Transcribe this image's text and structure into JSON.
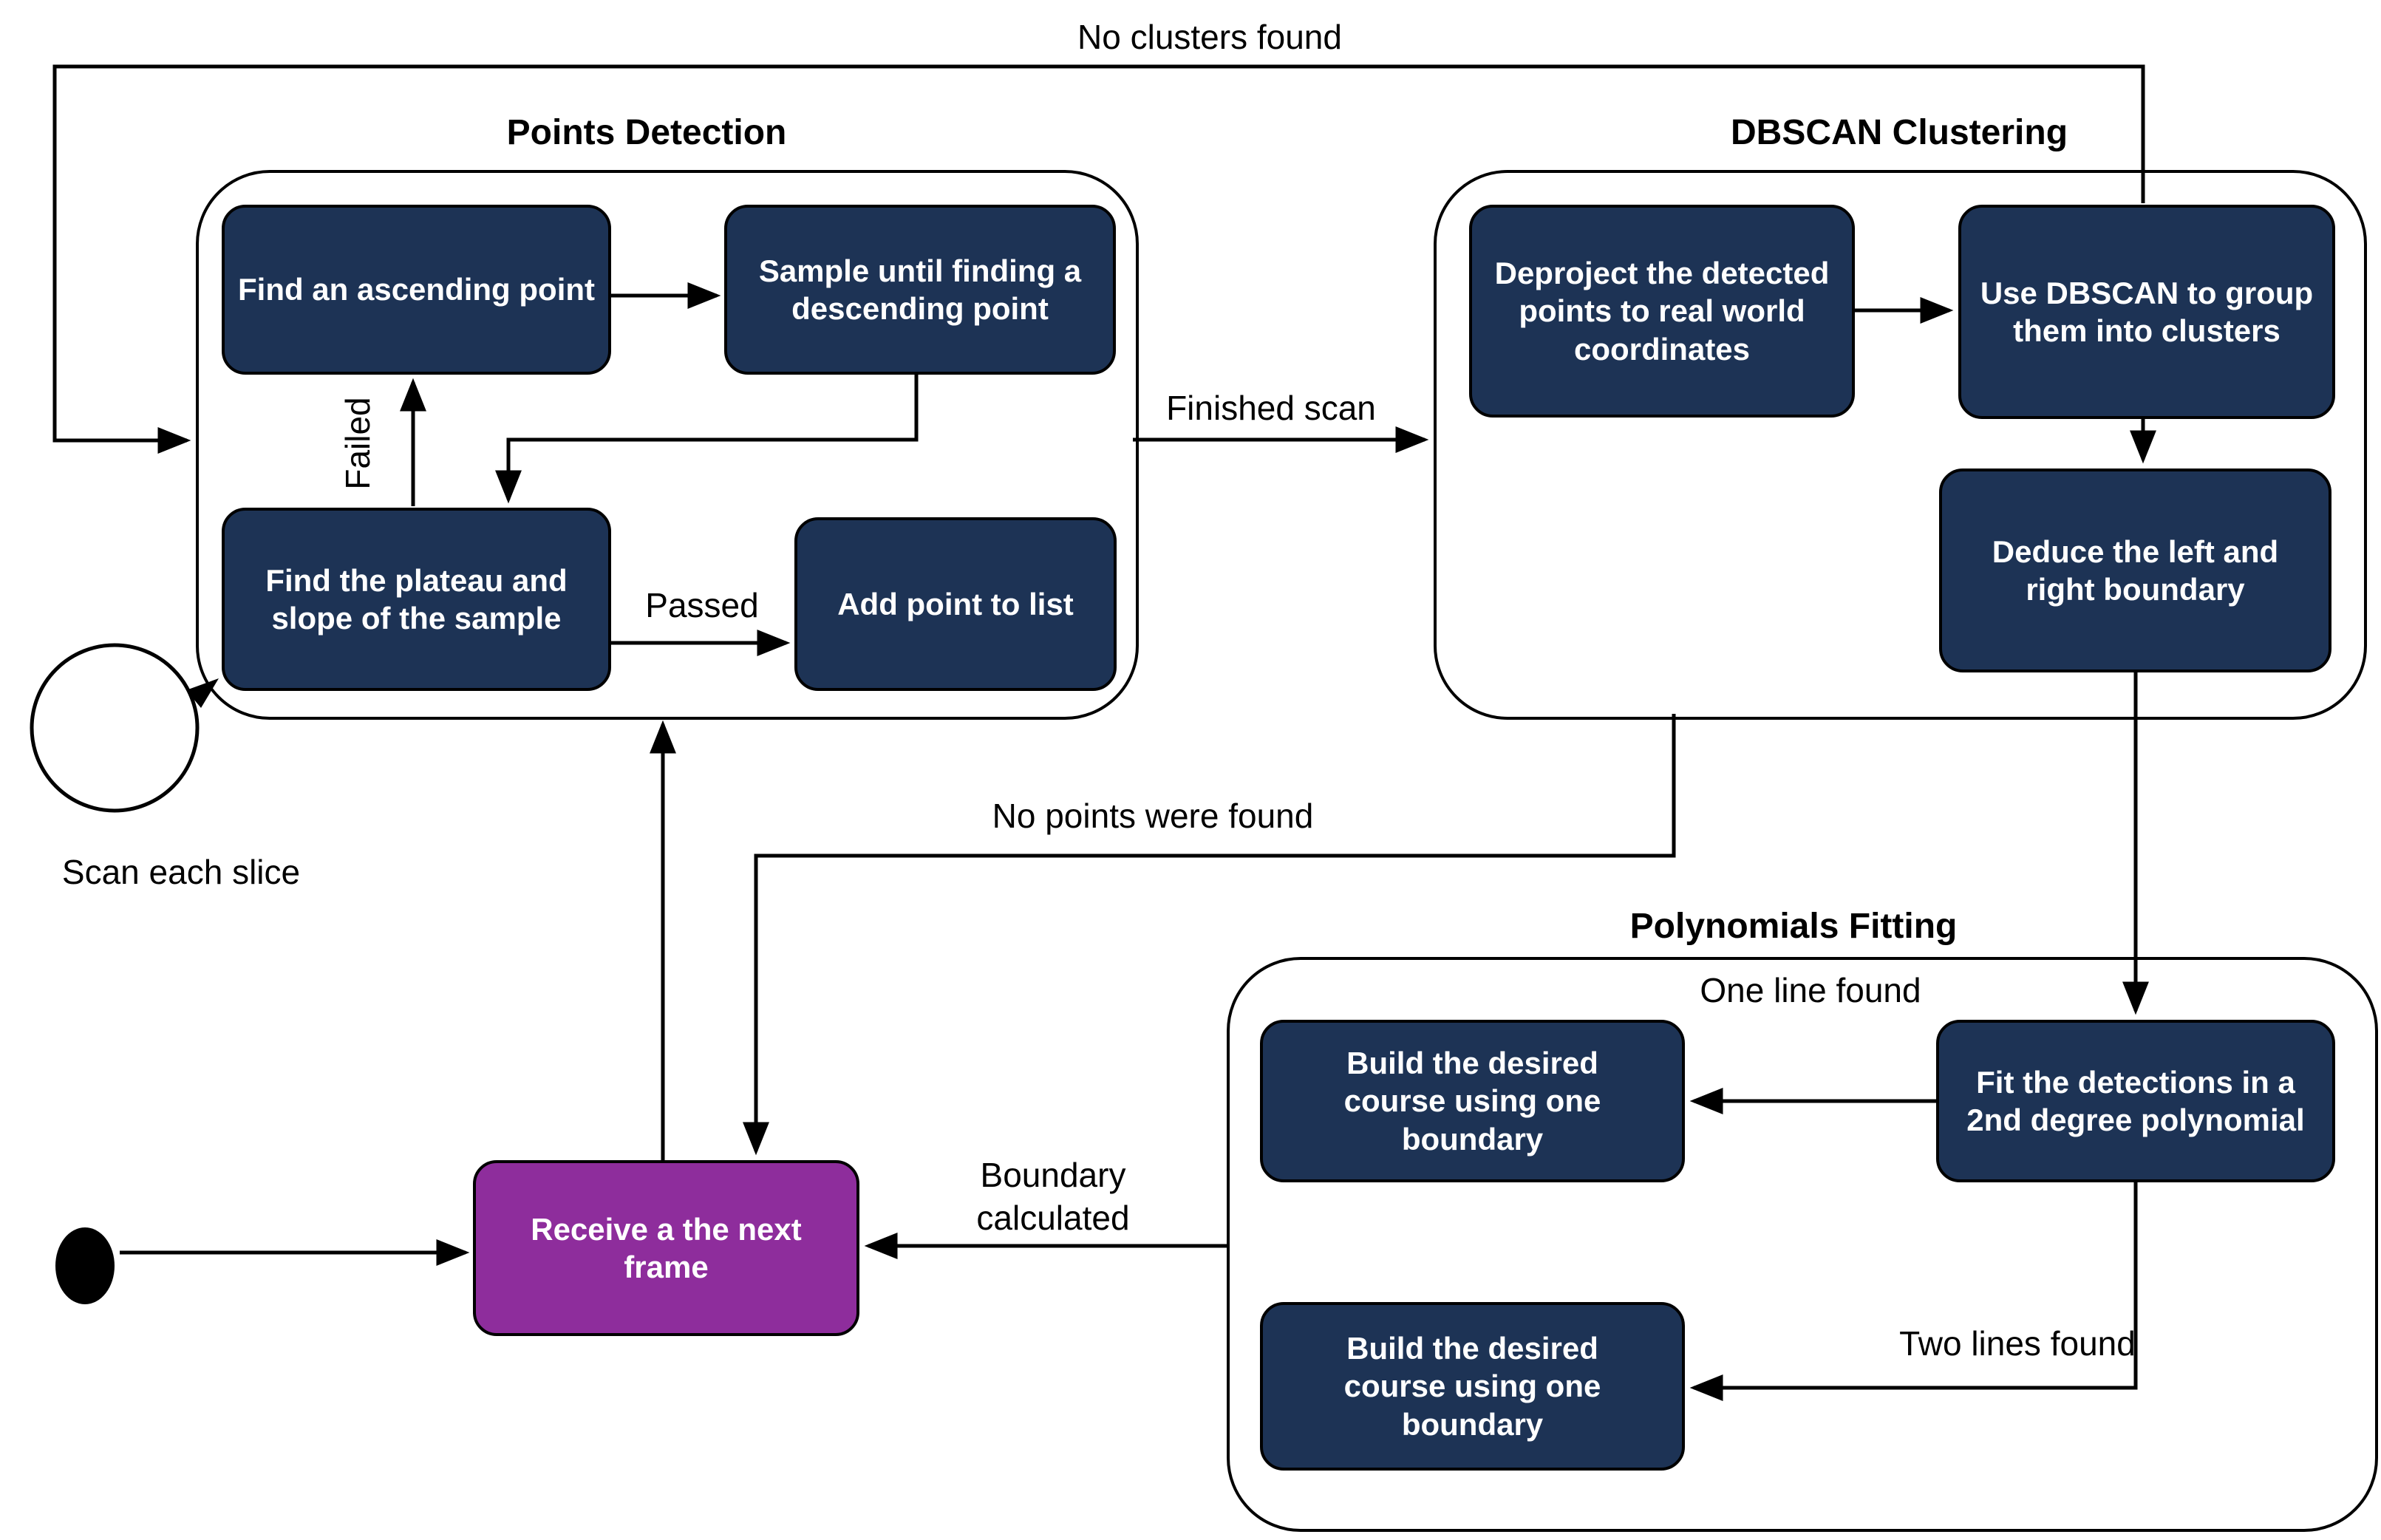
{
  "diagram": {
    "groups": {
      "points_detection": {
        "title": "Points Detection"
      },
      "dbscan_clustering": {
        "title": "DBSCAN Clustering"
      },
      "polynomials_fitting": {
        "title": "Polynomials Fitting"
      }
    },
    "states": {
      "find_ascending": {
        "label": "Find an ascending point"
      },
      "sample_until": {
        "label": "Sample until finding a descending point"
      },
      "find_plateau": {
        "label": "Find the plateau and slope of the sample"
      },
      "add_point": {
        "label": "Add point to list"
      },
      "deproject": {
        "label": "Deproject the detected points to real world coordinates"
      },
      "use_dbscan": {
        "label": "Use DBSCAN to group them into clusters"
      },
      "deduce_boundary": {
        "label": "Deduce the left and right boundary"
      },
      "fit_detections": {
        "label": "Fit the detections in a 2nd degree polynomial"
      },
      "build_course_one_line": {
        "label": "Build the desired course using one boundary"
      },
      "build_course_two_lines": {
        "label": "Build the desired course using one boundary"
      },
      "receive_frame": {
        "label": "Receive a the next frame"
      }
    },
    "transitions": {
      "no_clusters_found": {
        "label": "No clusters found"
      },
      "finished_scan": {
        "label": "Finished scan"
      },
      "failed": {
        "label": "Failed"
      },
      "passed": {
        "label": "Passed"
      },
      "scan_each_slice": {
        "label": "Scan each slice"
      },
      "no_points_were_found": {
        "label": "No points were found"
      },
      "one_line_found": {
        "label": "One line found"
      },
      "two_lines_found": {
        "label": "Two lines found"
      },
      "boundary_calculated": {
        "label": "Boundary calculated"
      }
    },
    "colors": {
      "state_fill": "#1d3355",
      "receive_fill": "#8e2d9c",
      "state_text": "#ffffff",
      "line": "#000000",
      "background": "#ffffff"
    }
  }
}
